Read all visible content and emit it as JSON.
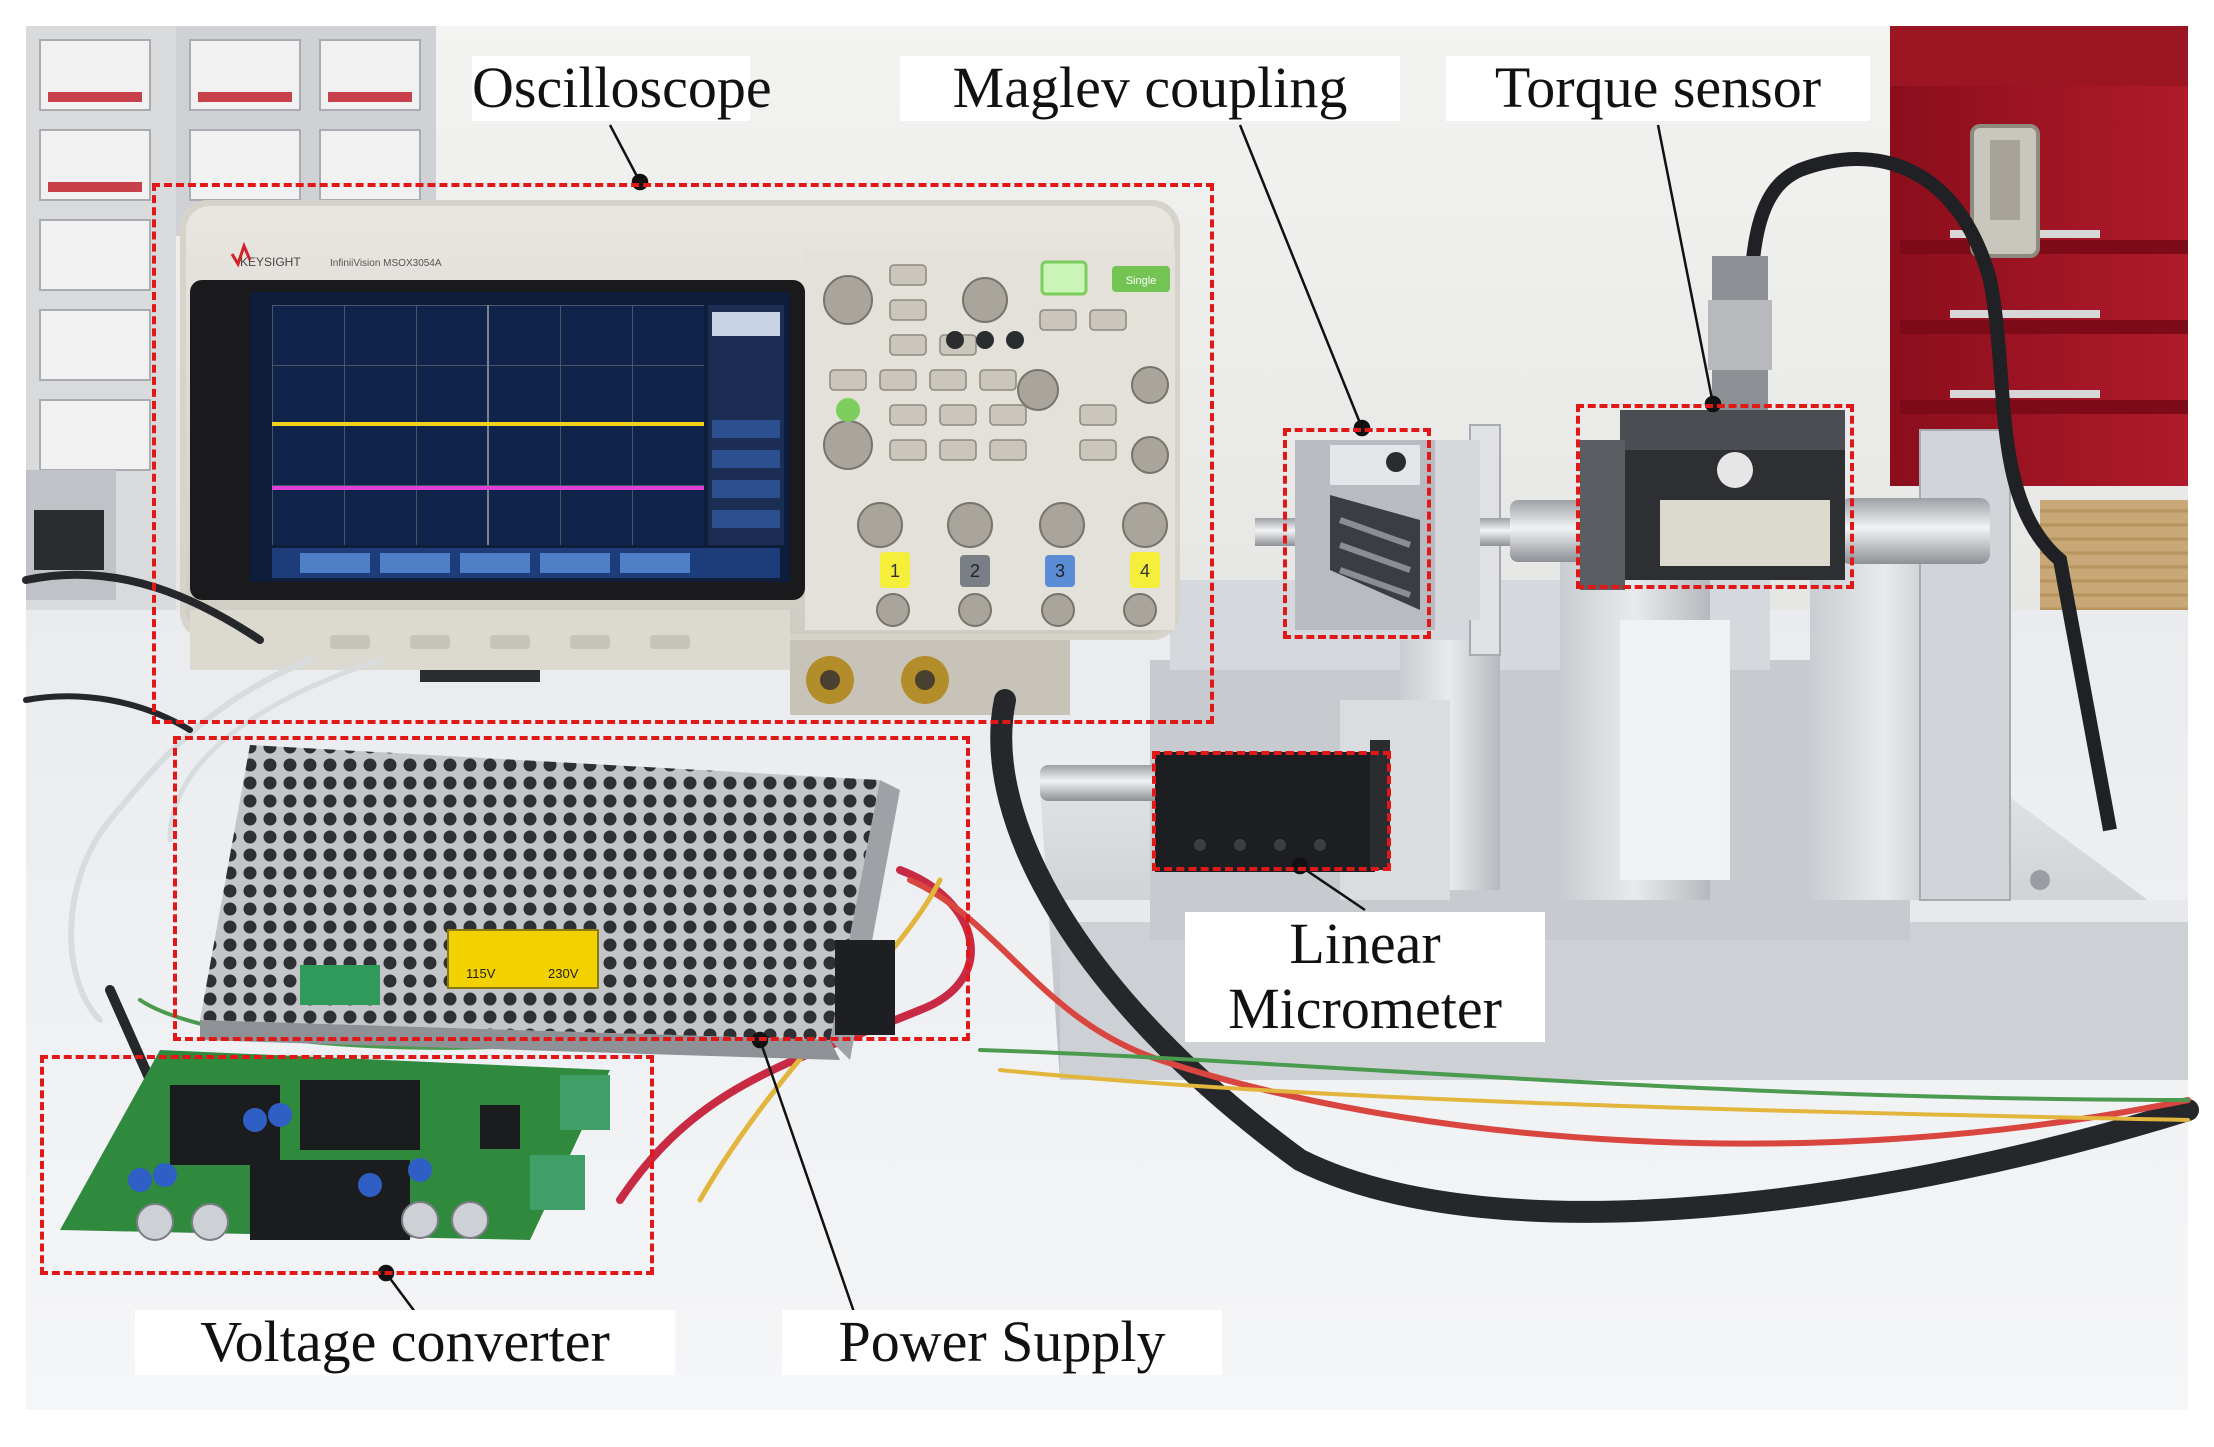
{
  "figure": {
    "labels": {
      "oscilloscope": "Oscilloscope",
      "maglev_coupling": "Maglev coupling",
      "torque_sensor": "Torque sensor",
      "linear_micrometer_line1": "Linear",
      "linear_micrometer_line2": "Micrometer",
      "voltage_converter": "Voltage converter",
      "power_supply": "Power Supply"
    },
    "device_text": {
      "scope_brand": "KEYSIGHT",
      "scope_model": "InfiniiVision MSOX3054A",
      "scope_channel_1": "1",
      "scope_channel_2": "2",
      "scope_channel_3": "3",
      "scope_channel_4": "4",
      "scope_single": "Single",
      "psu_voltage_left": "115V",
      "psu_voltage_right": "230V"
    },
    "colors": {
      "highlight_box": "#e01818",
      "leader_line": "#111111",
      "channel_1_trace": "#f2d21a",
      "channel_2_trace": "#e040d8"
    }
  }
}
